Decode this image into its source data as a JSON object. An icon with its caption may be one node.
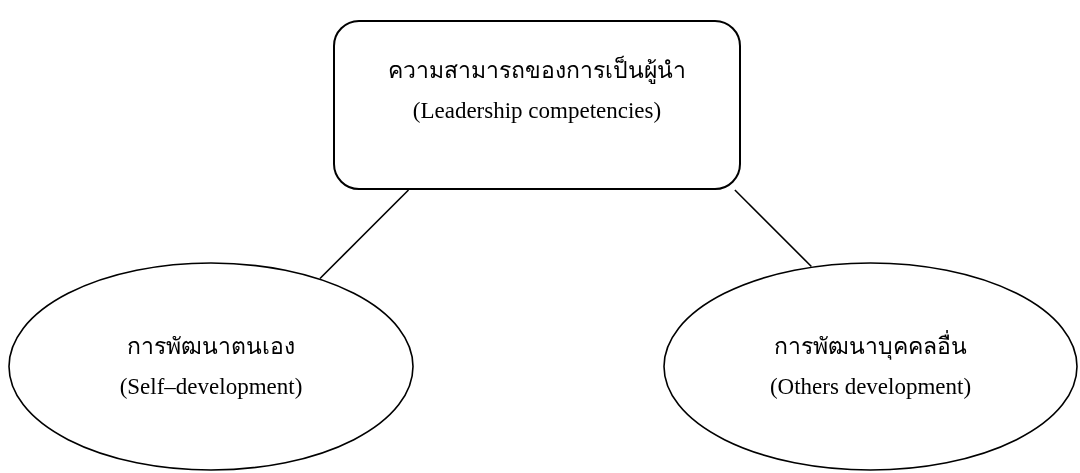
{
  "diagram": {
    "nodes": [
      {
        "text": [
          "ความสามารถของการเป็นผู้นำ",
          "(Leadership competencies)"
        ]
      },
      {
        "text": [
          "การพัฒนาตนเอง",
          "(Self–development)"
        ]
      },
      {
        "text": [
          "การพัฒนาบุคคลอื่น",
          "(Others development)"
        ]
      }
    ],
    "edges": [
      {
        "from": 0,
        "to": 1,
        "arrow": "none"
      },
      {
        "from": 0,
        "to": 2,
        "arrow": "none"
      }
    ]
  }
}
